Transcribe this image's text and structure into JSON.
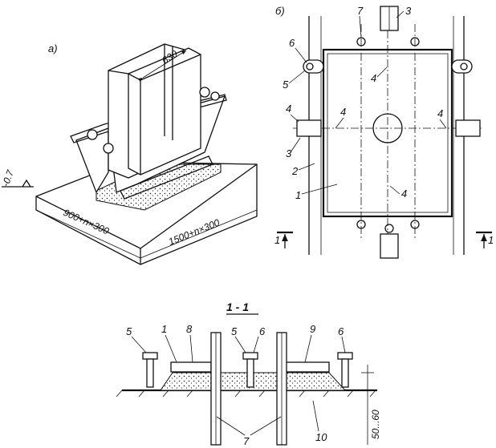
{
  "view_a": {
    "label": "а)",
    "dim_width": "630",
    "dim_side_1": "900+n×300",
    "dim_side_2": "1500+n×300",
    "level": "-0.7"
  },
  "view_b": {
    "label": "б)",
    "callouts": [
      "7",
      "3",
      "6",
      "5",
      "4",
      "4",
      "4",
      "4",
      "3",
      "2",
      "1",
      "4"
    ],
    "section_marks": [
      "1",
      "1"
    ]
  },
  "section": {
    "title": "1 - 1",
    "callouts": [
      "5",
      "1",
      "8",
      "5",
      "6",
      "9",
      "6",
      "7",
      "10"
    ],
    "gap_dim": "50...60"
  }
}
